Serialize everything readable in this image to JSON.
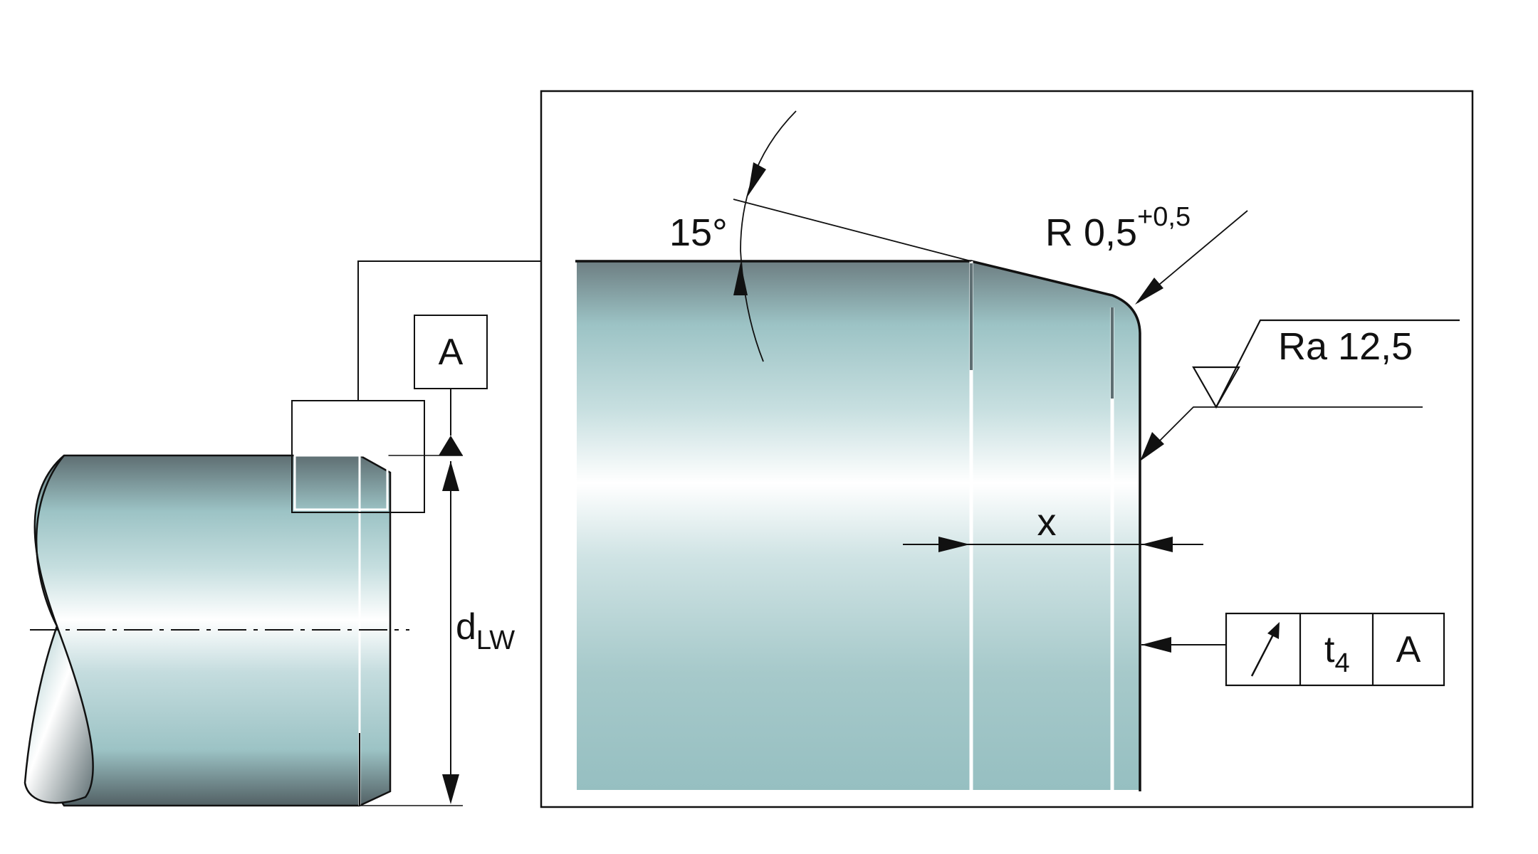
{
  "labels": {
    "datum": "A",
    "angle": "15°",
    "radius_prefix": "R 0,5",
    "radius_tolerance": "+0,5",
    "roughness": "Ra 12,5",
    "dim_x": "x",
    "diameter_main": "d",
    "diameter_sub": "LW",
    "frame_datum": "A",
    "tolerance_main": "t",
    "tolerance_sub": "4"
  },
  "symbols": {
    "runout": "circular-runout-arrow-icon",
    "surface": "surface-texture-triangle-icon",
    "datum_feature": "datum-triangle-icon"
  },
  "colors": {
    "steel_dark": "#5e6e72",
    "steel_mid": "#9cc3c5",
    "steel_light": "#ffffff",
    "line": "#111111"
  }
}
